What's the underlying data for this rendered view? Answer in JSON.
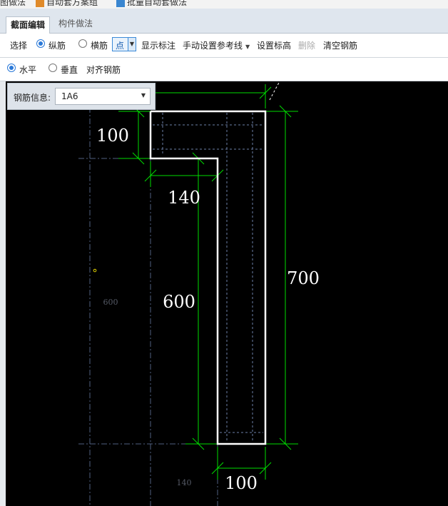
{
  "top_menu": {
    "item1": "图做法",
    "item2": "自动套方案组",
    "item3": "批量自动套做法"
  },
  "tabs": [
    {
      "label": "截面编辑",
      "active": true
    },
    {
      "label": "构件做法",
      "active": false
    }
  ],
  "toolbar1": {
    "select": "选择",
    "longitudinal": "纵筋",
    "transverse": "横筋",
    "mode_value": "点",
    "show_annotation": "显示标注",
    "manual_ref_line": "手动设置参考线",
    "set_elevation": "设置标高",
    "delete": "删除",
    "clear_rebar": "清空钢筋"
  },
  "toolbar2": {
    "horizontal": "水平",
    "vertical": "垂直",
    "align_rebar": "对齐钢筋"
  },
  "rebar_panel": {
    "label": "钢筋信息:",
    "value": "1A6"
  },
  "dimensions": {
    "top_width": "100",
    "ledge_width": "140",
    "inner_height": "600",
    "total_height": "700",
    "bottom_width": "100",
    "faint_height": "600",
    "faint_width": "140"
  },
  "colors": {
    "canvas_bg": "#000000",
    "shape_line": "#ffffff",
    "dim_line": "#00dd00",
    "grid_line": "#5a6a8a",
    "accent": "#2b79d8"
  }
}
